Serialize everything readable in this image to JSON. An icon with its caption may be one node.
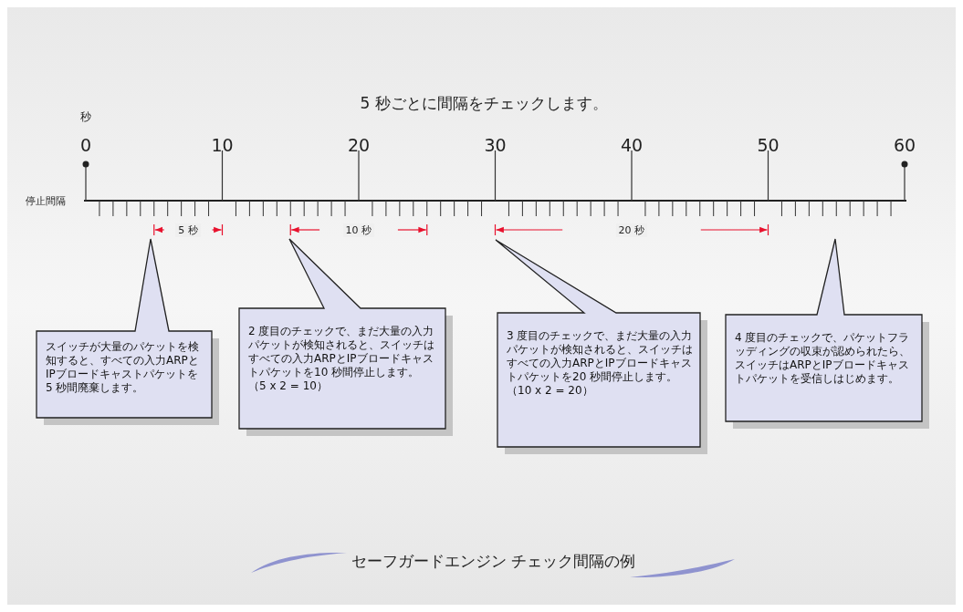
{
  "diagram": {
    "caption": "セーフガードエンジン チェック間隔の例",
    "nodes": [
      {
        "text": [
          "スイッチが大量のパケットを検知すると、すべての入力ARPとIPブロードキャストパケットを5 秒間廃棄します。"
        ]
      },
      {
        "text": [
          "2 度目のチェックで、まだ大量の入力パケットが検知されると、スイッチはすべての入力ARPとIPブロードキャストパケットを10 秒間停止します。",
          "（5 x 2 = 10）"
        ]
      },
      {
        "text": [
          "3 度目のチェックで、まだ大量の入力パケットが検知されると、スイッチはすべての入力ARPとIPブロードキャストパケットを20 秒間停止します。",
          "（10 x 2 = 20）"
        ]
      },
      {
        "text": [
          "4 度目のチェックで、パケットフラッディングの収束が認められたら、スイッチはARPとIPブロードキャストパケットを受信しはじめます。"
        ]
      }
    ],
    "labels": [
      "5 秒ごとに間隔をチェックします。",
      "秒",
      "0",
      "10",
      "20",
      "30",
      "40",
      "50",
      "60",
      "停止間隔",
      "5 秒",
      "10 秒",
      "20 秒"
    ]
  }
}
